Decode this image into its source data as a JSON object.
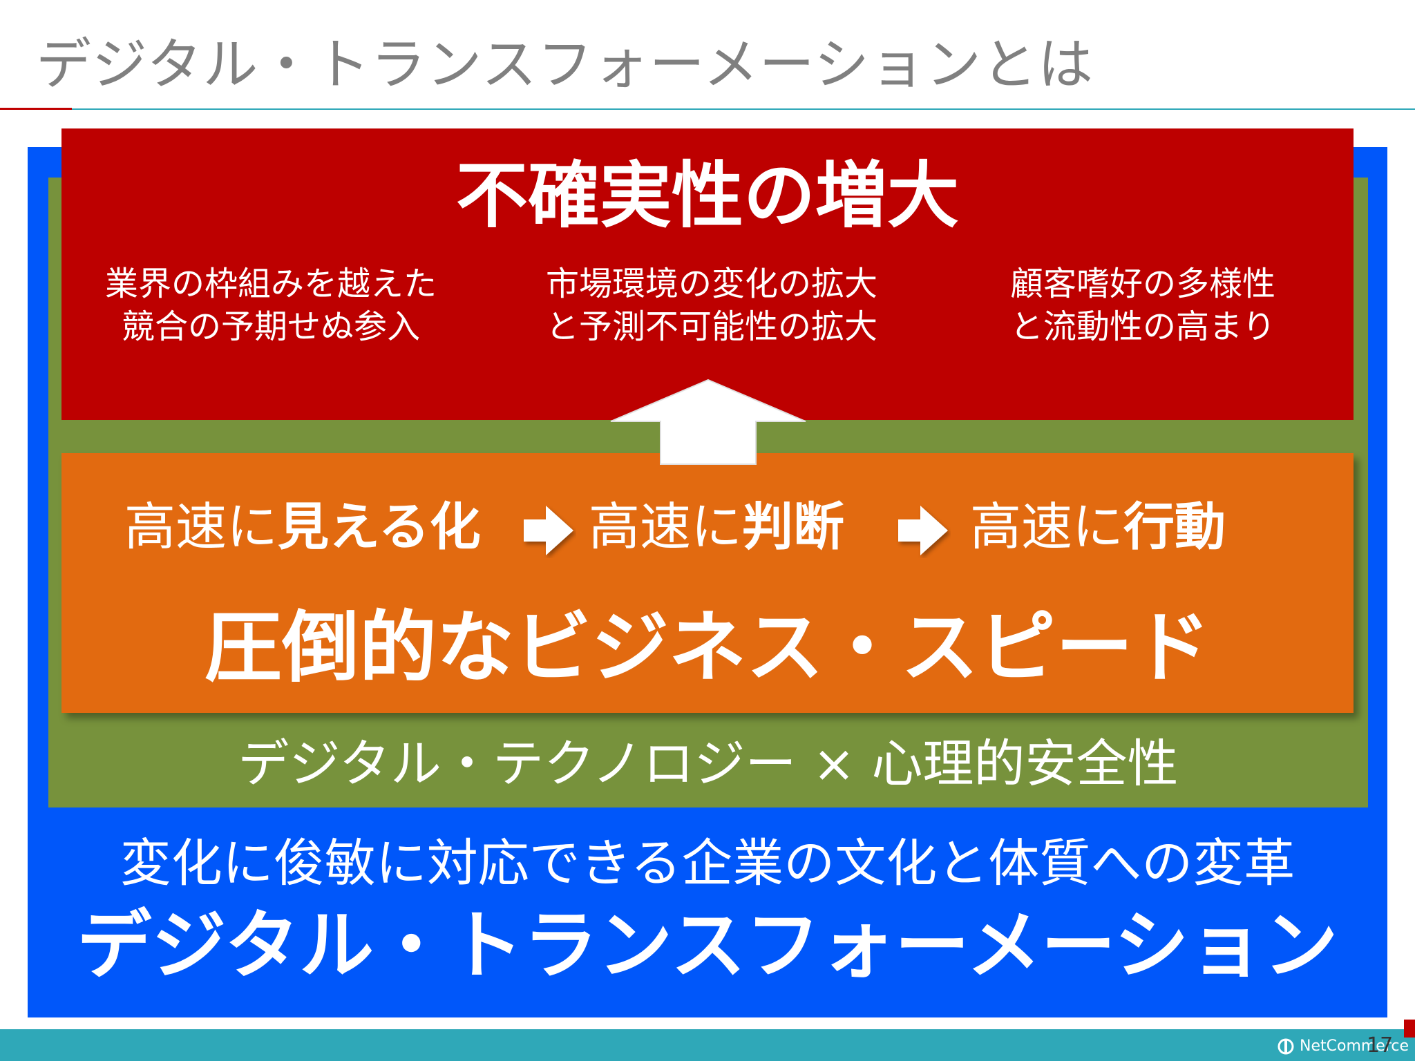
{
  "slide": {
    "title": "デジタル・トランスフォーメーションとは",
    "page_number": "17"
  },
  "uncertainty": {
    "heading": "不確実性の増大",
    "items": [
      {
        "line1": "業界の枠組みを越えた",
        "line2": "競合の予期せぬ参入"
      },
      {
        "line1": "市場環境の変化の拡大",
        "line2": "と予測不可能性の拡大"
      },
      {
        "line1": "顧客嗜好の多様性",
        "line2": "と流動性の高まり"
      }
    ]
  },
  "flow": {
    "steps": [
      {
        "prefix": "高速に",
        "emphasis": "見える化"
      },
      {
        "prefix": "高速に",
        "emphasis": "判断"
      },
      {
        "prefix": "高速に",
        "emphasis": "行動"
      }
    ],
    "heading": "圧倒的なビジネス・スピード"
  },
  "foundation": {
    "caption": "デジタル・テクノロジー × 心理的安全性"
  },
  "transformation": {
    "subtitle": "変化に俊敏に対応できる企業の文化と体質への変革",
    "heading": "デジタル・トランスフォーメーション"
  },
  "footer": {
    "logo_text": "NetCommerce"
  },
  "colors": {
    "red": "#bd0000",
    "orange": "#e26a10",
    "green": "#77923c",
    "blue": "#0057fa",
    "teal": "#2fa8b8",
    "title_gray": "#808080"
  },
  "icons": [
    "up-arrow-icon",
    "right-arrow-icon",
    "netcommerce-logo-icon"
  ]
}
